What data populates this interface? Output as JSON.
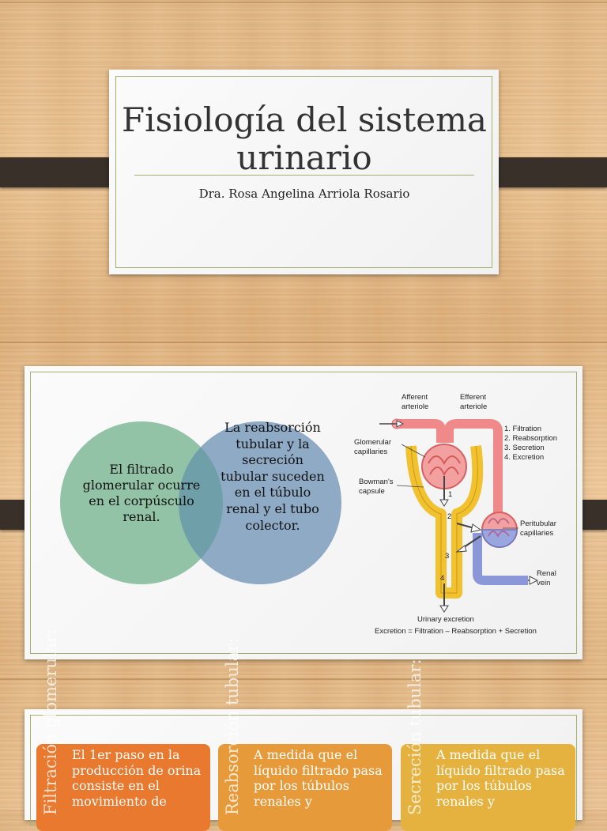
{
  "slide1": {
    "title": "Fisiología del sistema urinario",
    "author": "Dra. Rosa Angelina Arriola Rosario"
  },
  "slide2": {
    "venn": {
      "left_text": "El filtrado glomerular ocurre en el corpúsculo renal.",
      "right_text": "La reabsorción tubular y la secreción tubular suceden en el túbulo renal y el tubo colector.",
      "left_color": "#93c3a7",
      "right_color": "#8eaac4",
      "overlap_color": "#6fa0a9"
    },
    "diagram": {
      "afferent": "Afferent",
      "afferent2": "arteriole",
      "efferent": "Efferent",
      "efferent2": "arteriole",
      "glomerular": "Glomerular",
      "glomerular2": "capillaries",
      "bowmans": "Bowman's",
      "bowmans2": "capsule",
      "peritubular": "Peritubular",
      "peritubular2": "capillaries",
      "renal": "Renal",
      "renal2": "vein",
      "legend": [
        "1. Filtration",
        "2. Reabsorption",
        "3. Secretion",
        "4. Excretion"
      ],
      "step_numbers": [
        "1",
        "2",
        "3",
        "4"
      ],
      "urinary": "Urinary excretion",
      "equation": "Excretion = Filtration – Reabsorption + Secretion"
    }
  },
  "slide3": {
    "cards": [
      {
        "vertical": "Filtración glomerular:",
        "text": "El 1er paso en la producción de orina consiste en el movimiento de",
        "color": "#e8792e"
      },
      {
        "vertical": "Reabsorción tubular:",
        "text": "A medida que el líquido filtrado pasa por los túbulos renales y",
        "color": "#e79a3a"
      },
      {
        "vertical": "Secreción tubular:",
        "text": "A medida que el líquido filtrado pasa por los túbulos renales y",
        "color": "#e6b23f"
      }
    ]
  }
}
